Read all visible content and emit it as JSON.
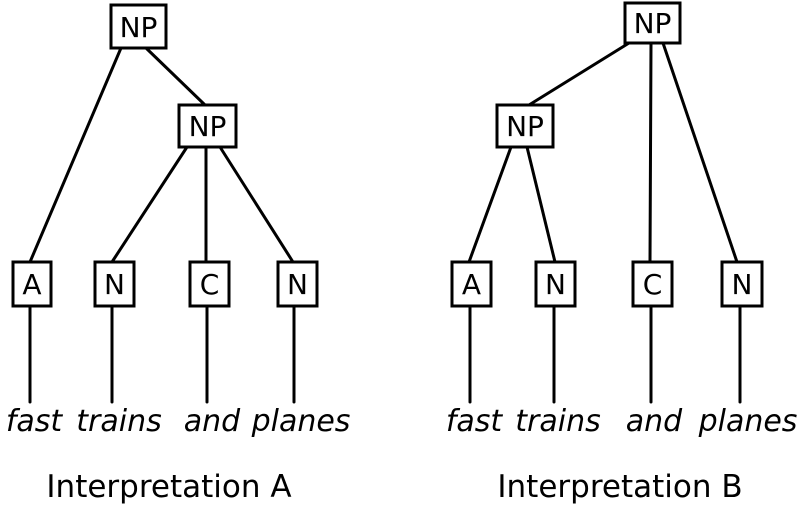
{
  "figure": {
    "background_color": "#ffffff",
    "line_color": "#000000",
    "trees": {
      "a": {
        "caption": "Interpretation A",
        "root_label": "NP",
        "inner_label": "NP",
        "leaves": [
          "A",
          "N",
          "C",
          "N"
        ],
        "words": [
          "fast",
          "trains",
          "and",
          "planes"
        ]
      },
      "b": {
        "caption": "Interpretation B",
        "root_label": "NP",
        "inner_label": "NP",
        "leaves": [
          "A",
          "N",
          "C",
          "N"
        ],
        "words": [
          "fast",
          "trains",
          "and",
          "planes"
        ]
      }
    }
  }
}
